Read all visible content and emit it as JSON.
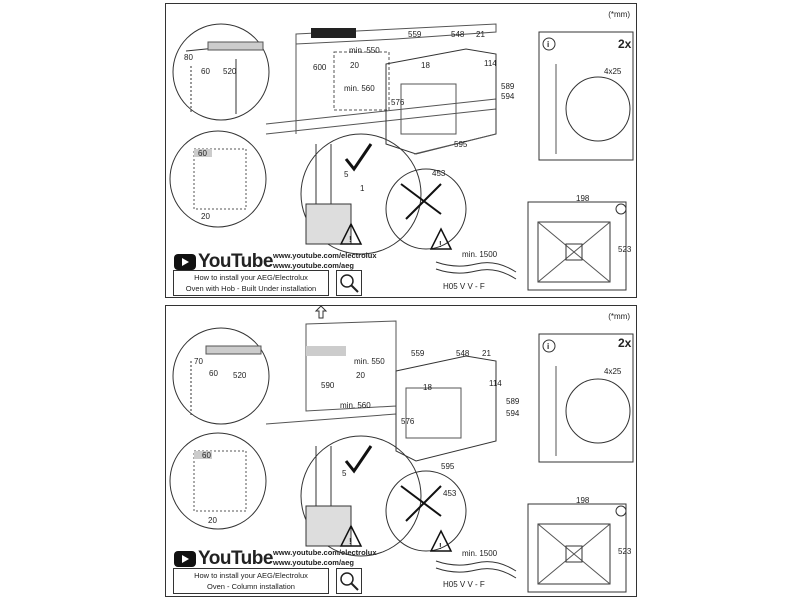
{
  "top": {
    "unit_note": "(*mm)",
    "youtube_label": "YouTube",
    "url1": "www.youtube.com/electrolux",
    "url2": "www.youtube.com/aeg",
    "howto_line1": "How to install your AEG/Electrolux",
    "howto_line2": "Oven with Hob - Built Under installation",
    "cable_label": "H05 V V - F",
    "min1500": "min. 1500",
    "twox": "2x",
    "dims": {
      "d80": "80",
      "d60": "60",
      "d520": "520",
      "d600": "600",
      "min550": "min. 550",
      "d20": "20",
      "min560": "min. 560",
      "d576": "576",
      "d559": "559",
      "d548": "548",
      "d21": "21",
      "d18": "18",
      "d114": "114",
      "d589": "589",
      "d594": "594",
      "d595": "595",
      "d453": "453",
      "d5": "5",
      "d1": "1",
      "d60b": "60",
      "d20b": "20",
      "screw": "4x25",
      "d198": "198",
      "d523": "523"
    }
  },
  "bottom": {
    "unit_note": "(*mm)",
    "youtube_label": "YouTube",
    "url1": "www.youtube.com/electrolux",
    "url2": "www.youtube.com/aeg",
    "howto_line1": "How to install your AEG/Electrolux",
    "howto_line2": "Oven - Column installation",
    "cable_label": "H05 V V - F",
    "min1500": "min. 1500",
    "twox": "2x",
    "dims": {
      "d70": "70",
      "d60": "60",
      "d520": "520",
      "d590": "590",
      "min550": "min. 550",
      "d20": "20",
      "min560": "min. 560",
      "d576": "576",
      "d559": "559",
      "d548": "548",
      "d21": "21",
      "d18": "18",
      "d114": "114",
      "d589": "589",
      "d594": "594",
      "d595": "595",
      "d453": "453",
      "d5": "5",
      "d60b": "60",
      "d20b": "20",
      "screw": "4x25",
      "d198": "198",
      "d523": "523"
    }
  }
}
